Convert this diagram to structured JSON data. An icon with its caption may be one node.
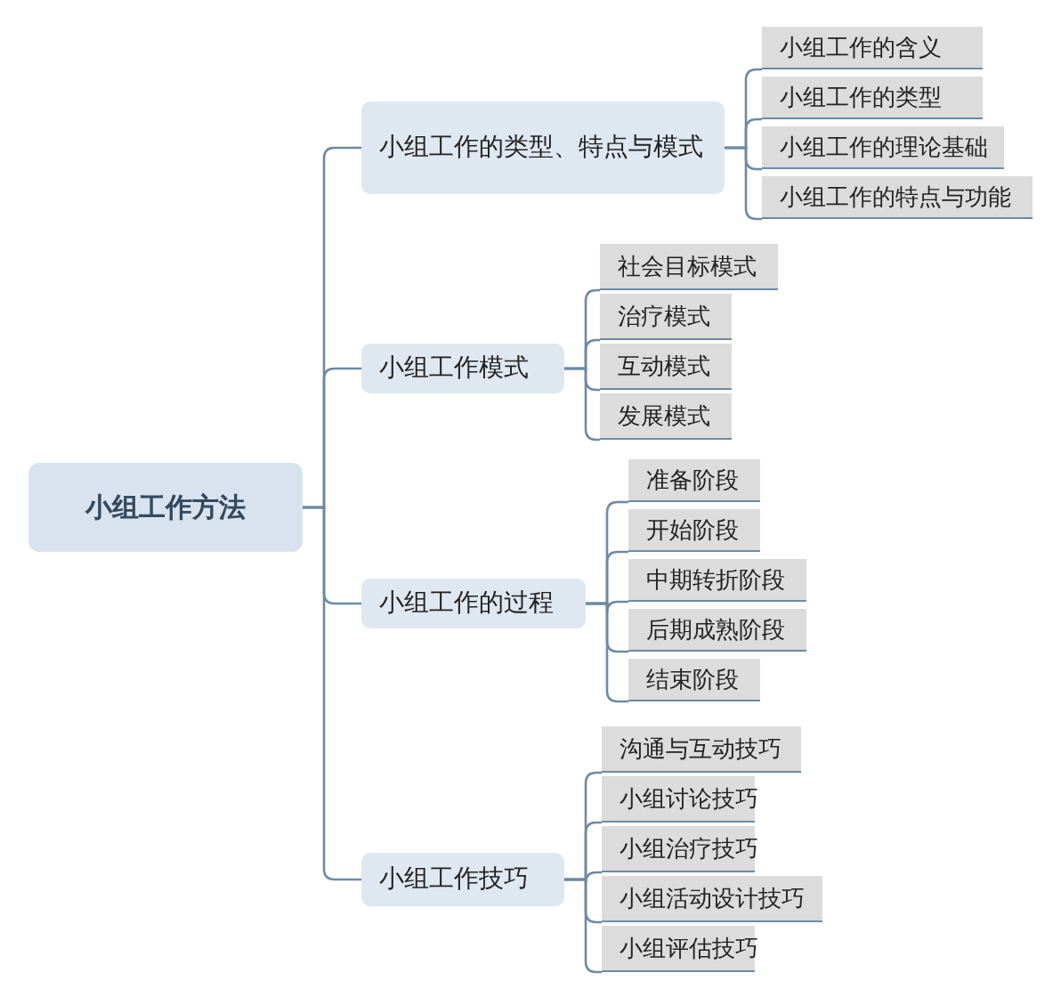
{
  "diagram": {
    "nodes": [
      {
        "text": [
          "小组工作方法"
        ]
      },
      {
        "text": [
          "小组工作的类型、特点与模式"
        ]
      },
      {
        "text": [
          "小组工作的含义"
        ]
      },
      {
        "text": [
          "小组工作的类型"
        ]
      },
      {
        "text": [
          "小组工作的理论基础"
        ]
      },
      {
        "text": [
          "小组工作的特点与功能"
        ]
      },
      {
        "text": [
          "小组工作模式"
        ]
      },
      {
        "text": [
          "社会目标模式"
        ]
      },
      {
        "text": [
          "治疗模式"
        ]
      },
      {
        "text": [
          "互动模式"
        ]
      },
      {
        "text": [
          "发展模式"
        ]
      },
      {
        "text": [
          "小组工作的过程"
        ]
      },
      {
        "text": [
          "准备阶段"
        ]
      },
      {
        "text": [
          "开始阶段"
        ]
      },
      {
        "text": [
          "中期转折阶段"
        ]
      },
      {
        "text": [
          "后期成熟阶段"
        ]
      },
      {
        "text": [
          "结束阶段"
        ]
      },
      {
        "text": [
          "小组工作技巧"
        ]
      },
      {
        "text": [
          "沟通与互动技巧"
        ]
      },
      {
        "text": [
          "小组讨论技巧"
        ]
      },
      {
        "text": [
          "小组治疗技巧"
        ]
      },
      {
        "text": [
          "小组活动设计技巧"
        ]
      },
      {
        "text": [
          "小组评估技巧"
        ]
      }
    ],
    "edges": [
      {
        "from": 0,
        "to": 1,
        "arrow": "none"
      },
      {
        "from": 1,
        "to": 2,
        "arrow": "none"
      },
      {
        "from": 1,
        "to": 3,
        "arrow": "none"
      },
      {
        "from": 1,
        "to": 4,
        "arrow": "none"
      },
      {
        "from": 1,
        "to": 5,
        "arrow": "none"
      },
      {
        "from": 0,
        "to": 6,
        "arrow": "none"
      },
      {
        "from": 6,
        "to": 7,
        "arrow": "none"
      },
      {
        "from": 6,
        "to": 8,
        "arrow": "none"
      },
      {
        "from": 6,
        "to": 9,
        "arrow": "none"
      },
      {
        "from": 6,
        "to": 10,
        "arrow": "none"
      },
      {
        "from": 0,
        "to": 11,
        "arrow": "none"
      },
      {
        "from": 11,
        "to": 12,
        "arrow": "none"
      },
      {
        "from": 11,
        "to": 13,
        "arrow": "none"
      },
      {
        "from": 11,
        "to": 14,
        "arrow": "none"
      },
      {
        "from": 11,
        "to": 15,
        "arrow": "none"
      },
      {
        "from": 11,
        "to": 16,
        "arrow": "none"
      },
      {
        "from": 0,
        "to": 17,
        "arrow": "none"
      },
      {
        "from": 17,
        "to": 18,
        "arrow": "none"
      },
      {
        "from": 17,
        "to": 19,
        "arrow": "none"
      },
      {
        "from": 17,
        "to": 20,
        "arrow": "none"
      },
      {
        "from": 17,
        "to": 21,
        "arrow": "none"
      },
      {
        "from": 17,
        "to": 22,
        "arrow": "none"
      }
    ]
  }
}
